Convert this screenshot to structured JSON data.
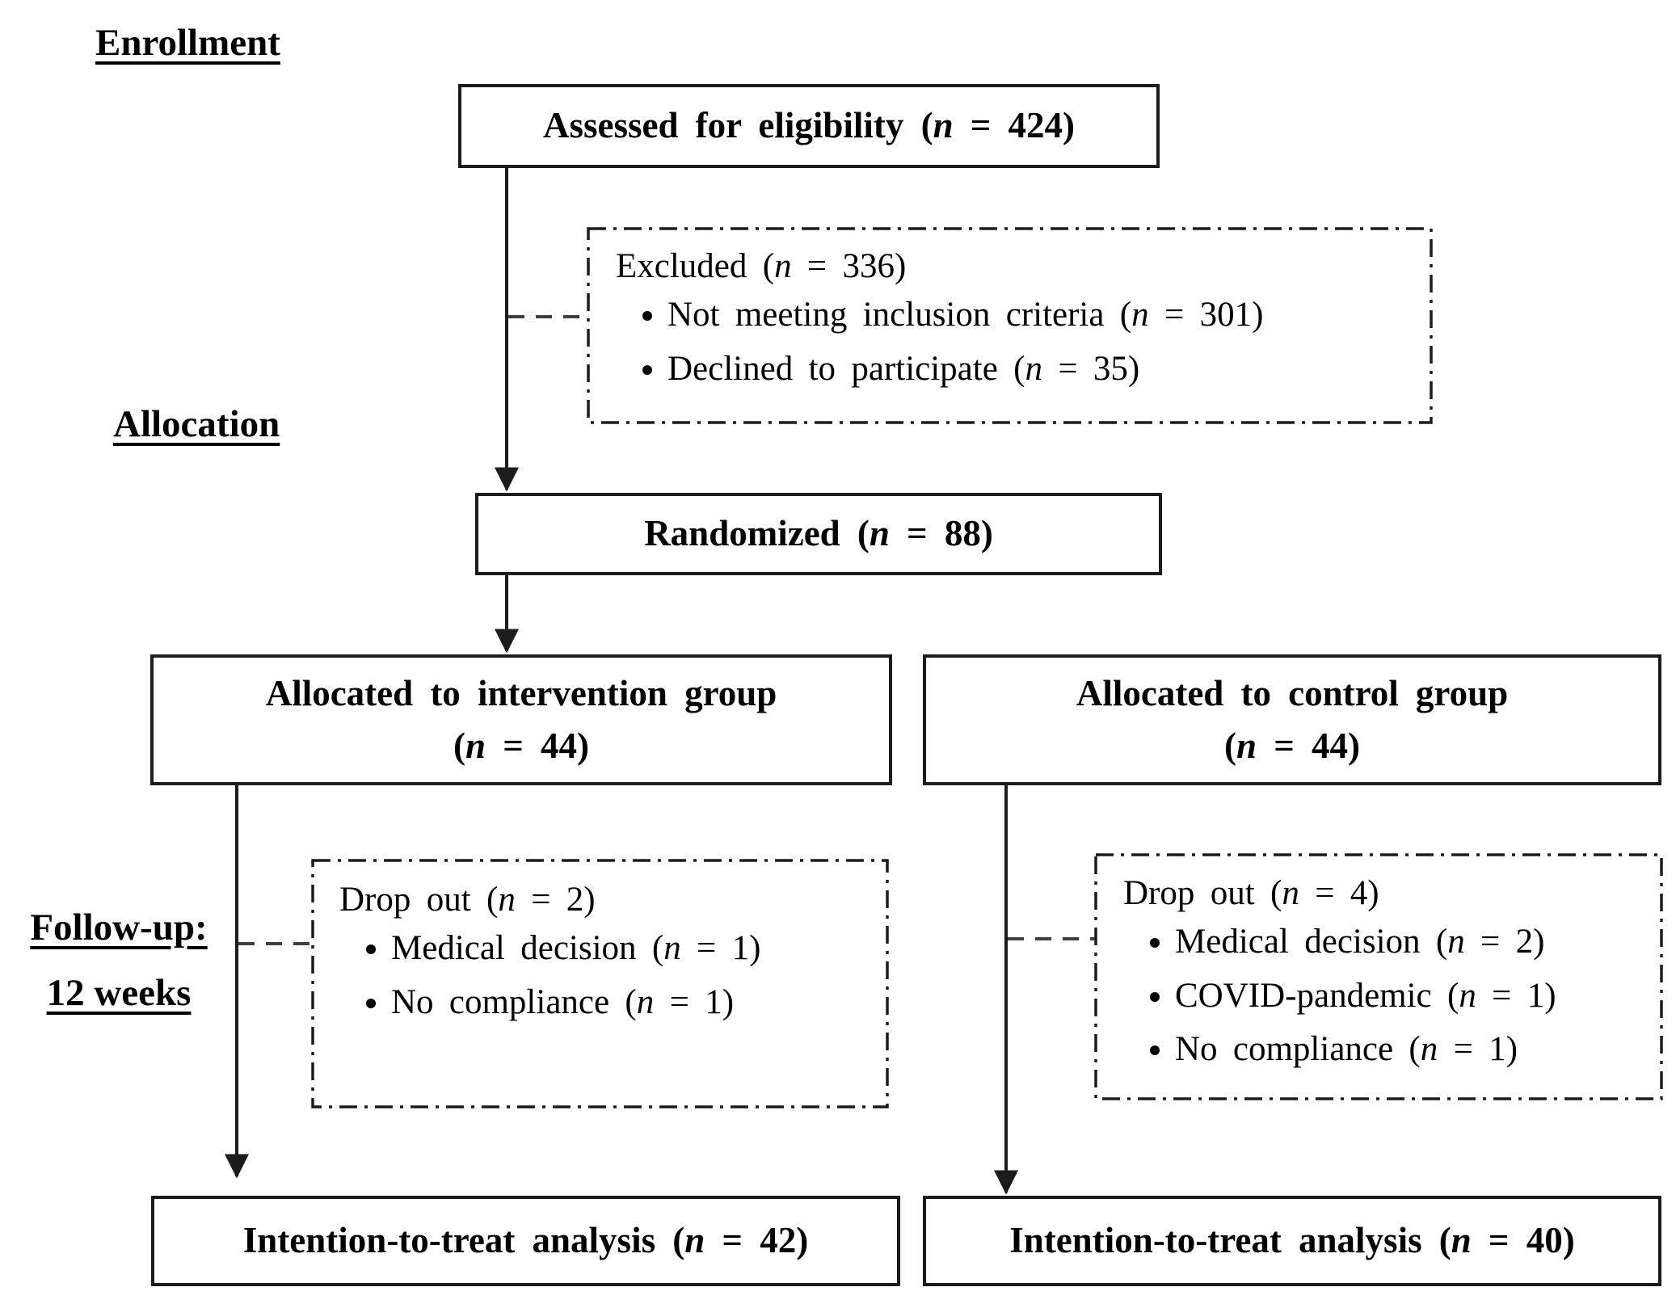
{
  "sections": {
    "enrollment": "Enrollment",
    "allocation": "Allocation",
    "followup": [
      "Follow-up:",
      "12 weeks"
    ]
  },
  "boxes": {
    "assessed": {
      "label": "Assessed for eligibility (n = 424)"
    },
    "excluded": {
      "title": "Excluded (n = 336)",
      "bullets": [
        "Not meeting inclusion criteria (n = 301)",
        "Declined to participate (n = 35)"
      ]
    },
    "randomized": {
      "label": "Randomized (n = 88)"
    },
    "intervention": {
      "line1": "Allocated to intervention group",
      "line2": "(n = 44)"
    },
    "control": {
      "line1": "Allocated to control group",
      "line2": "(n = 44)"
    },
    "dropout_intervention": {
      "title": "Drop out (n = 2)",
      "bullets": [
        "Medical decision (n = 1)",
        "No compliance (n = 1)"
      ]
    },
    "dropout_control": {
      "title": "Drop out (n = 4)",
      "bullets": [
        "Medical decision (n = 2)",
        "COVID-pandemic (n = 1)",
        "No compliance (n = 1)"
      ]
    },
    "itt_intervention": {
      "label": "Intention-to-treat analysis (n = 42)"
    },
    "itt_control": {
      "label": "Intention-to-treat analysis (n = 40)"
    }
  },
  "colors": {
    "line": "#1c1c1c",
    "dashed_connector": "#3f3f3f",
    "background": "#ffffff",
    "text": "#000000"
  }
}
